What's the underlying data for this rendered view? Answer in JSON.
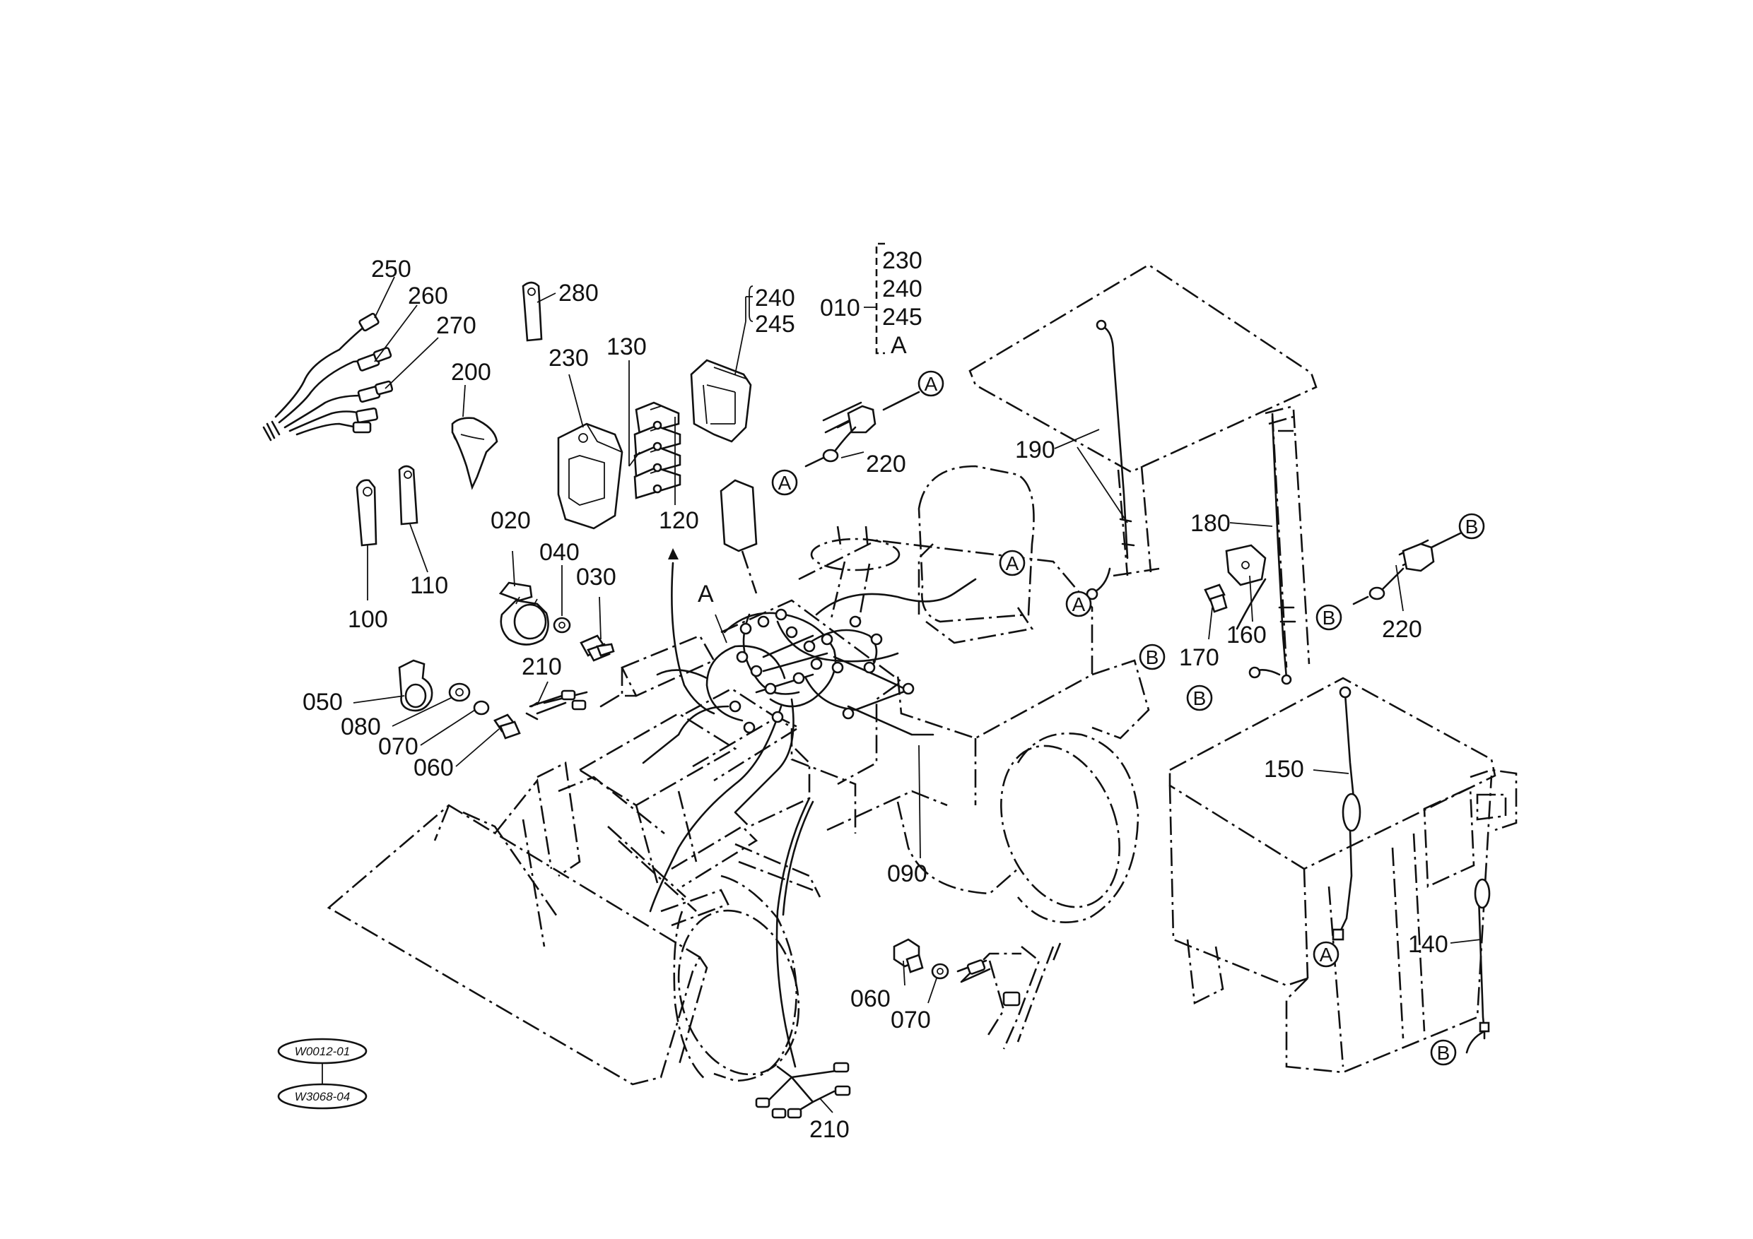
{
  "diagram": {
    "callouts": {
      "p250": "250",
      "p260": "260",
      "p270": "270",
      "p280": "280",
      "p240a": "240",
      "p245a": "245",
      "p010": "010",
      "p230b": "230",
      "p240b": "240",
      "p245b": "245",
      "pAgroup": "A",
      "p200": "200",
      "p230": "230",
      "p130": "130",
      "p120": "120",
      "p220a": "220",
      "p190": "190",
      "p180": "180",
      "p160": "160",
      "p170": "170",
      "p220b": "220",
      "p100": "100",
      "p110": "110",
      "p020": "020",
      "p040": "040",
      "p030": "030",
      "pA": "A",
      "p210a": "210",
      "p050": "050",
      "p080": "080",
      "p070a": "070",
      "p060a": "060",
      "p150": "150",
      "p090": "090",
      "p060b": "060",
      "p070b": "070",
      "p140": "140",
      "p210b": "210"
    },
    "markers": {
      "a1": "A",
      "a2": "A",
      "a3": "A",
      "a4": "A",
      "a5": "A",
      "b1": "B",
      "b2": "B",
      "b3": "B",
      "b4": "B",
      "b5": "B"
    },
    "references": {
      "ref1": "W0012-01",
      "ref2": "W3068-04"
    }
  }
}
